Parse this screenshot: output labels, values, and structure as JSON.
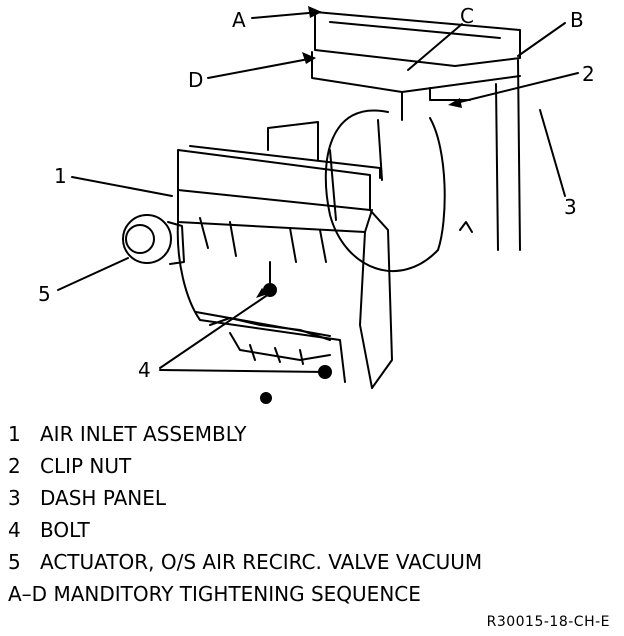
{
  "callouts": {
    "A": "A",
    "B": "B",
    "C": "C",
    "D": "D",
    "n1": "1",
    "n2": "2",
    "n3": "3",
    "n4": "4",
    "n5": "5"
  },
  "legend": [
    {
      "key": "1",
      "text": "AIR INLET ASSEMBLY"
    },
    {
      "key": "2",
      "text": "CLIP NUT"
    },
    {
      "key": "3",
      "text": "DASH PANEL"
    },
    {
      "key": "4",
      "text": "BOLT"
    },
    {
      "key": "5",
      "text": "ACTUATOR, O/S AIR RECIRC. VALVE VACUUM"
    }
  ],
  "sequence_note": "A–D MANDITORY TIGHTENING SEQUENCE",
  "figure_code": "R30015-18-CH-E"
}
